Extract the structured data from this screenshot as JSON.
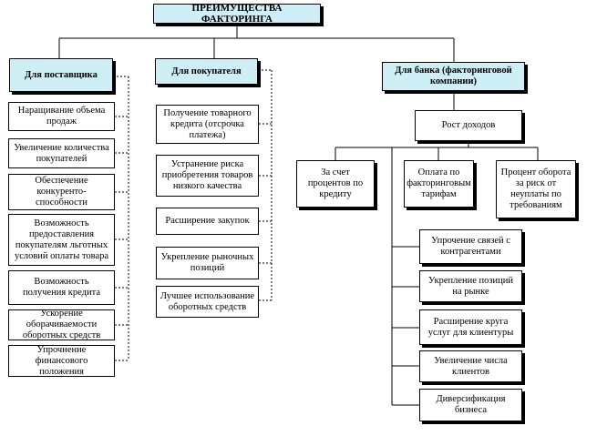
{
  "title": "ПРЕИМУЩЕСТВА ФАКТОРИНГА",
  "supplier": {
    "heading": "Для поставщика",
    "items": [
      "Наращивание объема продаж",
      "Увеличение количества покупателей",
      "Обеспечение конкуренто-способности",
      "Возможность предоставления покупателям льготных условий оплаты товара",
      "Возможность получения кредита",
      "Ускорение оборачиваемости оборотных средств",
      "Упрочнение финансового положения"
    ]
  },
  "buyer": {
    "heading": "Для покупателя",
    "items": [
      "Получение товарного кредита (отсрочка платежа)",
      "Устранение риска приобретения товаров низкого качества",
      "Расширение закупок",
      "Укрепление рыночных позиций",
      "Лучшее использование оборотных средств"
    ]
  },
  "bank": {
    "heading": "Для банка (факторинговой компании)",
    "income": "Рост доходов",
    "income_sources": [
      "За счет процентов по кредиту",
      "Оплата по факторинговым тарифам",
      "Процент оборота за риск от неуплаты по требованиям"
    ],
    "items": [
      "Упрочение связей с контрагентами",
      "Укрепление позиций на рынке",
      "Расширение круга услуг для клиентуры",
      "Увеличение числа клиентов",
      "Диверсификация бизнеса"
    ]
  }
}
